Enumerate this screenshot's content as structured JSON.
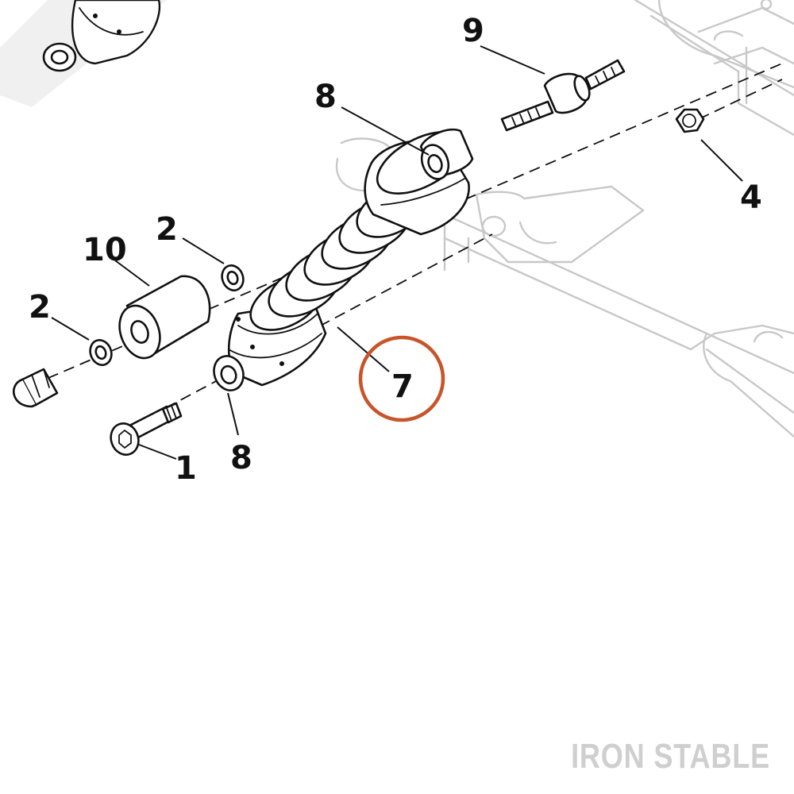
{
  "callouts": {
    "c1": "1",
    "c2a": "2",
    "c2b": "2",
    "c4": "4",
    "c7": "7",
    "c8a": "8",
    "c8b": "8",
    "c9": "9",
    "c10": "10"
  },
  "highlight": {
    "callout": "7",
    "color": "#c8552a"
  },
  "brand": "IRON STABLE"
}
